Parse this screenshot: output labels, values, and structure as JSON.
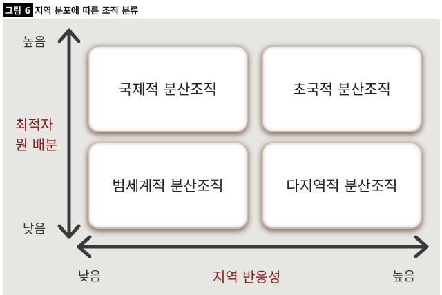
{
  "title": {
    "figure_label": "그림 6",
    "text": "지역 분포에 따른 조직 분류"
  },
  "y_axis": {
    "high": "높음",
    "low": "낮음",
    "label_line1": "최적자",
    "label_line2": "원 배분"
  },
  "x_axis": {
    "low": "낮음",
    "high": "높음",
    "label": "지역 반응성"
  },
  "quadrants": {
    "top_left": "국제적 분산조직",
    "top_right": "초국적 분산조직",
    "bottom_left": "범세계적 분산조직",
    "bottom_right": "다지역적 분산조직"
  },
  "colors": {
    "axis_label": "#8b1a1a",
    "arrow": "#3a3a3a"
  }
}
